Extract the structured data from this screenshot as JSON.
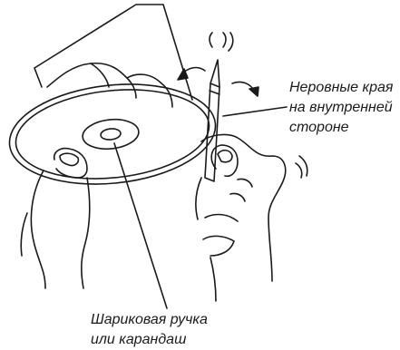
{
  "callouts": {
    "edges": {
      "line1": "Неровные края",
      "line2": "на внутренней",
      "line3": "стороне"
    },
    "pen": {
      "line1": "Шариковая ручка",
      "line2": "или карандаш"
    }
  },
  "colors": {
    "ink": "#1a1a1a",
    "background": "#ffffff"
  }
}
